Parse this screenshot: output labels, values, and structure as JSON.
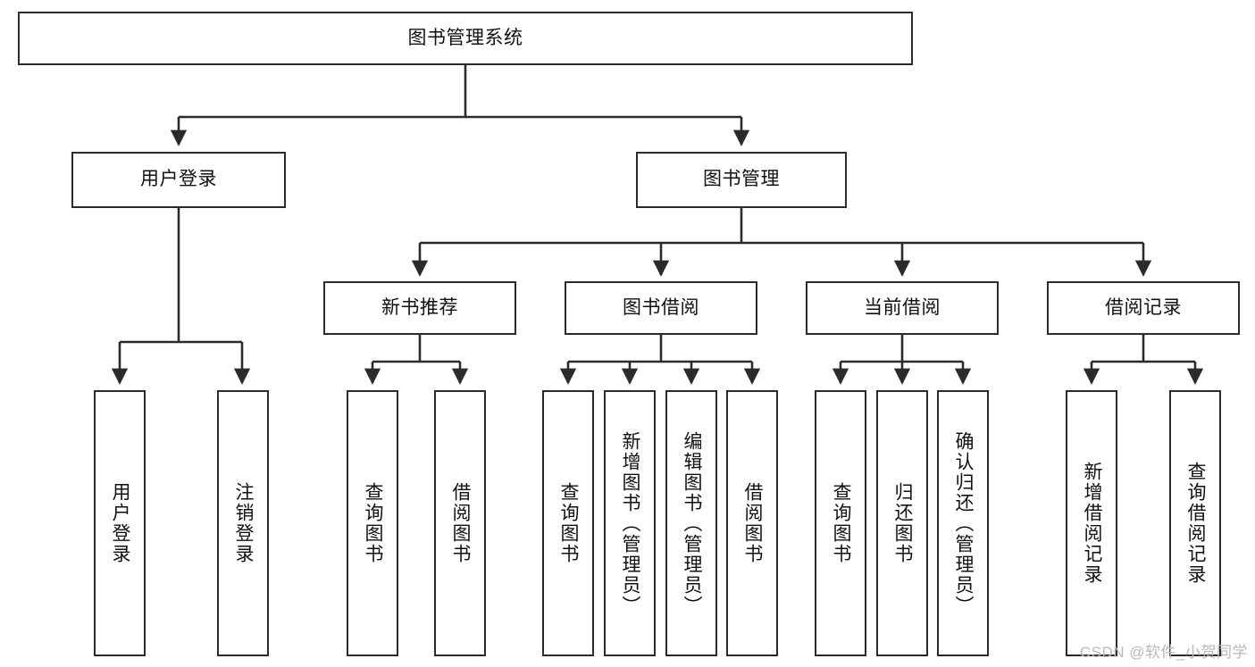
{
  "diagram": {
    "title": "图书管理系统",
    "type": "tree",
    "watermark": "CSDN @软件_小贺同学",
    "colors": {
      "box_border": "#2b2b2b",
      "box_fill": "#ffffff",
      "connector": "#2b2b2b",
      "text": "#111111",
      "watermark": "#b9b9b9"
    },
    "levels": {
      "root": {
        "label": "图书管理系统"
      },
      "level2": [
        {
          "label": "用户登录"
        },
        {
          "label": "图书管理"
        }
      ],
      "level3": [
        {
          "label": "新书推荐",
          "parent": "图书管理"
        },
        {
          "label": "图书借阅",
          "parent": "图书管理"
        },
        {
          "label": "当前借阅",
          "parent": "图书管理"
        },
        {
          "label": "借阅记录",
          "parent": "图书管理"
        }
      ],
      "leaves": [
        {
          "label": "用户登录",
          "parent": "用户登录"
        },
        {
          "label": "注销登录",
          "parent": "用户登录"
        },
        {
          "label": "查询图书",
          "parent": "新书推荐"
        },
        {
          "label": "借阅图书",
          "parent": "新书推荐"
        },
        {
          "label": "查询图书",
          "parent": "图书借阅"
        },
        {
          "label": "新增图书（管理员）",
          "parent": "图书借阅"
        },
        {
          "label": "编辑图书（管理员）",
          "parent": "图书借阅"
        },
        {
          "label": "借阅图书",
          "parent": "图书借阅"
        },
        {
          "label": "查询图书",
          "parent": "当前借阅"
        },
        {
          "label": "归还图书",
          "parent": "当前借阅"
        },
        {
          "label": "确认归还（管理员）",
          "parent": "当前借阅"
        },
        {
          "label": "新增借阅记录",
          "parent": "借阅记录"
        },
        {
          "label": "查询借阅记录",
          "parent": "借阅记录"
        }
      ]
    }
  }
}
